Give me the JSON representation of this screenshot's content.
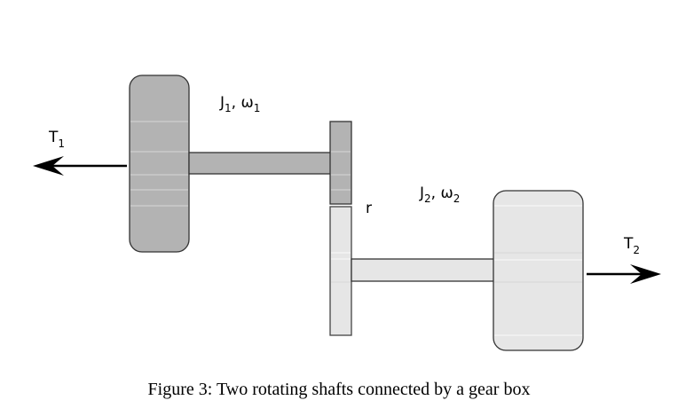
{
  "diagram": {
    "labels": {
      "torque_1": {
        "main": "T",
        "sub": "1"
      },
      "torque_2": {
        "main": "T",
        "sub": "2"
      },
      "inertia_1": {
        "j": "J",
        "j_sub": "1",
        "sep": ", ",
        "w": "ω",
        "w_sub": "1"
      },
      "inertia_2": {
        "j": "J",
        "j_sub": "2",
        "sep": ", ",
        "w": "ω",
        "w_sub": "2"
      },
      "gear_ratio": "r"
    },
    "colors": {
      "shaft1_fill": "#b3b3b3",
      "shaft2_fill": "#e6e6e6",
      "stroke": "#333333",
      "highlight": "#d6d6d6"
    }
  },
  "caption": "Figure 3: Two rotating shafts connected by a gear box"
}
